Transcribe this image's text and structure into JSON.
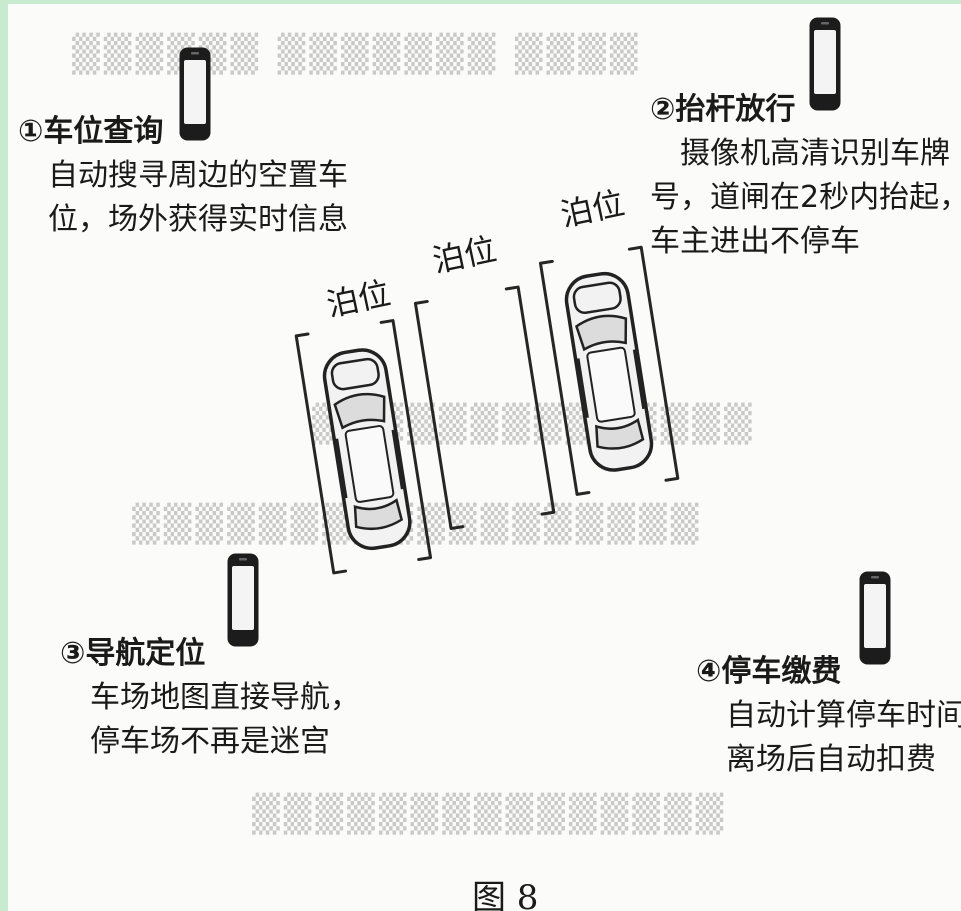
{
  "features": [
    {
      "title": "①车位查询",
      "lines": [
        "自动搜寻周边的空置车",
        "位，场外获得实时信息"
      ]
    },
    {
      "title": "②抬杆放行",
      "lines": [
        "摄像机高清识别车牌",
        "号，道闸在2秒内抬起，",
        "车主进出不停车"
      ]
    },
    {
      "title": "③导航定位",
      "lines": [
        "车场地图直接导航，",
        "停车场不再是迷宫"
      ]
    },
    {
      "title": "④停车缴费",
      "lines": [
        "自动计算停车时间，",
        "离场后自动扣费"
      ]
    }
  ],
  "parking": {
    "slot_labels": [
      "泊位",
      "泊位",
      "泊位"
    ]
  },
  "caption": "图 8",
  "icons": [
    "phone-icon",
    "car-icon"
  ]
}
